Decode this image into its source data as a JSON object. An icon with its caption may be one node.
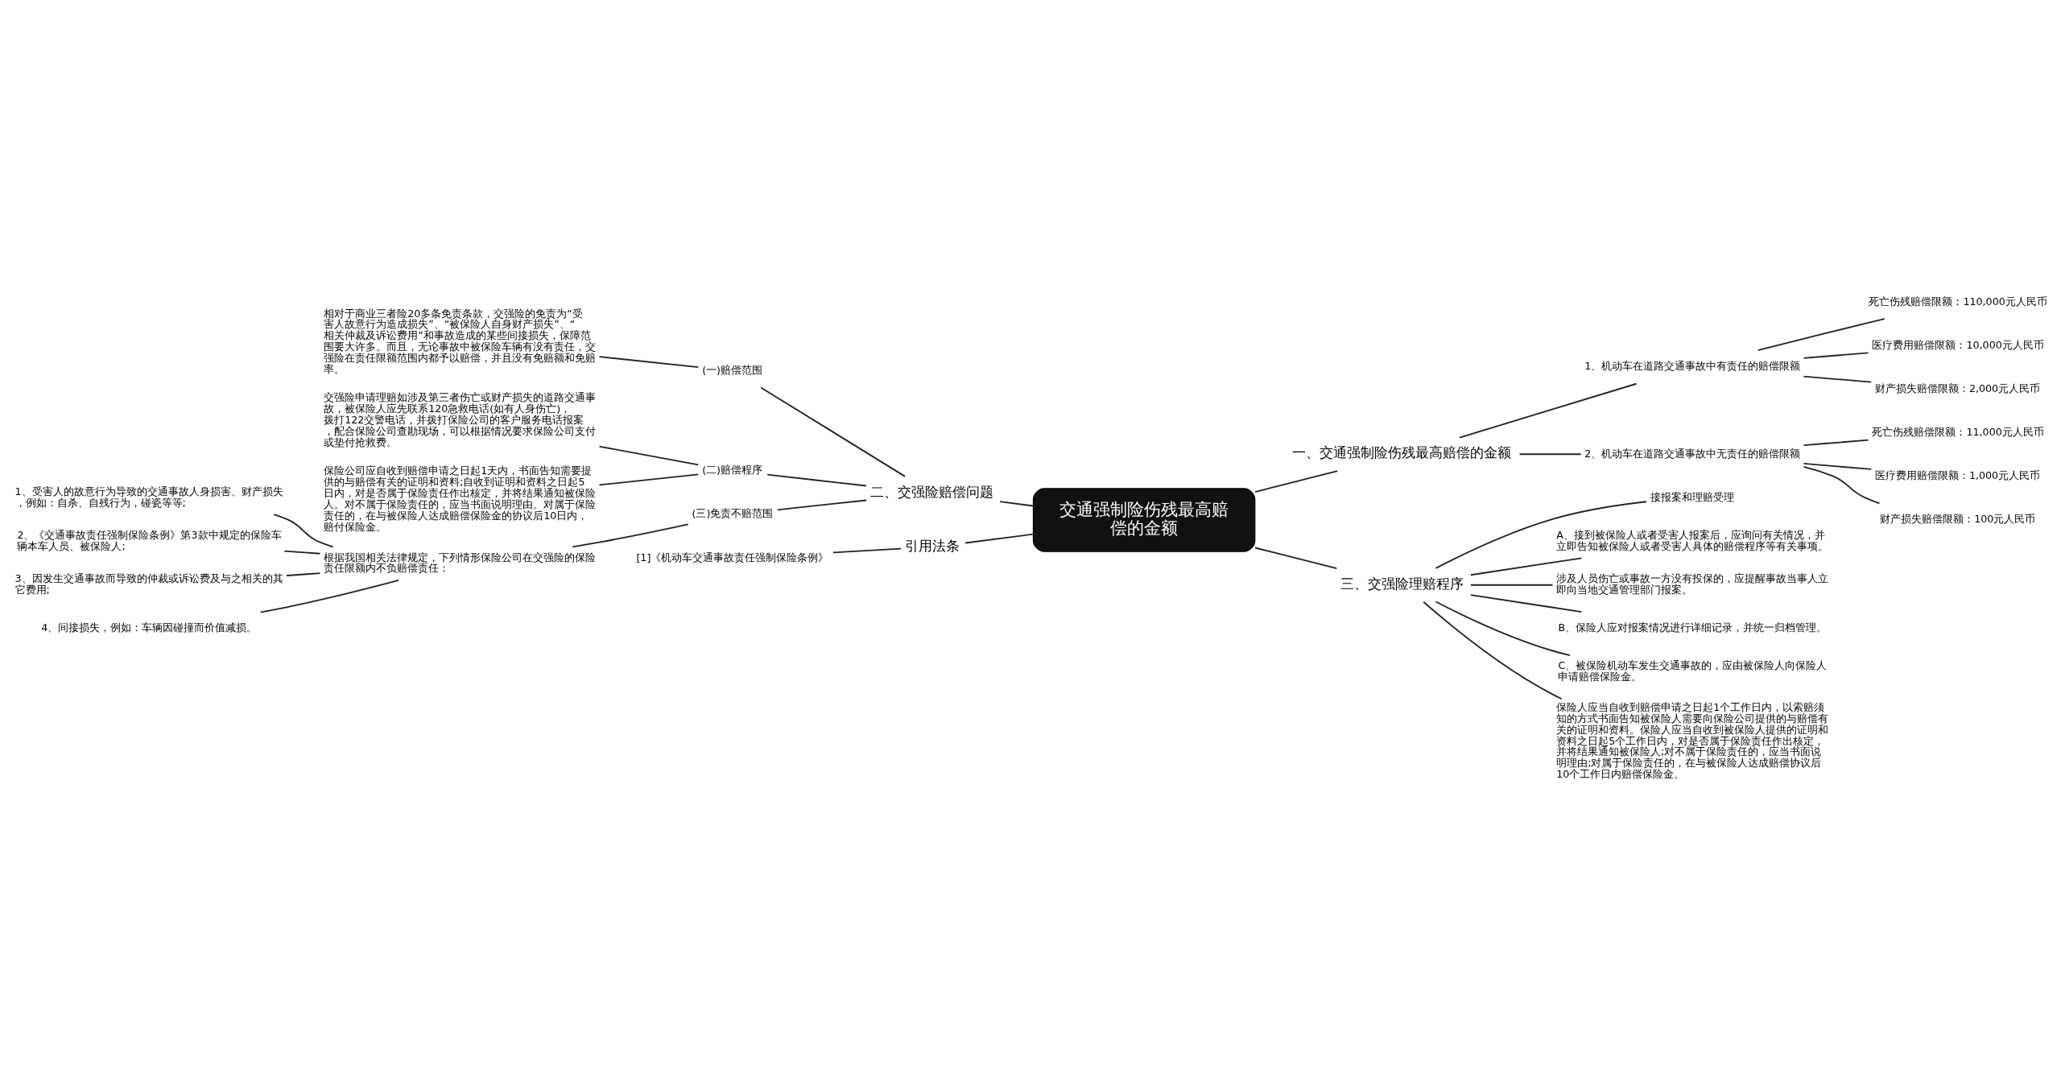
{
  "diagram": {
    "nodes": [
      {
        "text": [
          "交通强制险伤残最高赔偿的金额"
        ]
      },
      {
        "text": [
          "一、交通强制险伤残最高赔偿的金额"
        ]
      },
      {
        "text": [
          "1、机动车在道路交通事故中有责任的赔偿限额"
        ]
      },
      {
        "text": [
          "死亡伤残赔偿限额：110,000元人民币"
        ]
      },
      {
        "text": [
          "医疗费用赔偿限额：10,000元人民币"
        ]
      },
      {
        "text": [
          "财产损失赔偿限额：2,000元人民币"
        ]
      },
      {
        "text": [
          "2、机动车在道路交通事故中无责任的赔偿限额"
        ]
      },
      {
        "text": [
          "死亡伤残赔偿限额：11,000元人民币"
        ]
      },
      {
        "text": [
          "医疗费用赔偿限额：1,000元人民币"
        ]
      },
      {
        "text": [
          "财产损失赔偿限额：100元人民币"
        ]
      },
      {
        "text": [
          "三、交强险理赔程序"
        ]
      },
      {
        "text": [
          "接报案和理赔受理"
        ]
      },
      {
        "text": [
          "A、接到被保险人或者受害人报案后，应询问有关情况，并立即告知被保险人或者受害人具体的赔偿程序等有关事项。"
        ]
      },
      {
        "text": [
          "涉及人员伤亡或事故一方没有投保的，应提醒事故当事人立即向当地交通管理部门报案。"
        ]
      },
      {
        "text": [
          "B、保险人应对报案情况进行详细记录，并统一归档管理。"
        ]
      },
      {
        "text": [
          "C、被保险机动车发生交通事故的，应由被保险人向保险人申请赔偿保险金。"
        ]
      },
      {
        "text": [
          "保险人应当自收到赔偿申请之日起1个工作日内，以索赔须知的方式书面告知被保险人需要向保险公司提供的与赔偿有关的证明和资料。保险人应当自收到被保险人提供的证明和资料之日起5个工作日内，对是否属于保险责任作出核定，并将结果通知被保险人;对不属于保险责任的，应当书面说明理由;对属于保险责任的，在与被保险人达成赔偿协议后10个工作日内赔偿保险金。"
        ]
      },
      {
        "text": [
          "二、交强险赔偿问题"
        ]
      },
      {
        "text": [
          "(一)赔偿范围"
        ]
      },
      {
        "text": [
          "相对于商业三者险20多条免责条款，交强险的免责为“受害人故意行为造成损失”、“被保险人自身财产损失”、“相关仲裁及诉讼费用”和事故造成的某些间接损失，保障范围要大许多。而且，无论事故中被保险车辆有没有责任，交强险在责任限额范围内都予以赔偿，并且没有免赔额和免赔率。"
        ]
      },
      {
        "text": [
          "(二)赔偿程序"
        ]
      },
      {
        "text": [
          "交强险申请理赔如涉及第三者伤亡或财产损失的道路交通事故，被保险人应先联系120急救电话(如有人身伤亡)，拨打122交警电话，并拨打保险公司的客户服务电话报案，配合保险公司查勘现场，可以根据情况要求保险公司支付或垫付抢救费。"
        ]
      },
      {
        "text": [
          "保险公司应自收到赔偿申请之日起1天内，书面告知需要提供的与赔偿有关的证明和资料;自收到证明和资料之日起5日内，对是否属于保险责任作出核定，并将结果通知被保险人。对不属于保险责任的，应当书面说明理由。对属于保险责任的，在与被保险人达成赔偿保险金的协议后10日内，赔付保险金。"
        ]
      },
      {
        "text": [
          "(三)免责不赔范围"
        ]
      },
      {
        "text": [
          "根据我国相关法律规定，下列情形保险公司在交强险的保险责任限额内不负赔偿责任："
        ]
      },
      {
        "text": [
          "1、受害人的故意行为导致的交通事故人身损害、财产损失，例如：自杀、自残行为，碰瓷等等;"
        ]
      },
      {
        "text": [
          "2、《交通事故责任强制保险条例》第3款中规定的保险车辆本车人员、被保险人;"
        ]
      },
      {
        "text": [
          "3、因发生交通事故而导致的仲裁或诉讼费及与之相关的其它费用;"
        ]
      },
      {
        "text": [
          "4、间接损失，例如：车辆因碰撞而价值减损。"
        ]
      },
      {
        "text": [
          "引用法条"
        ]
      },
      {
        "text": [
          "[1]《机动车交通事故责任强制保险条例》"
        ]
      }
    ],
    "edges": [
      {
        "from": 0,
        "to": 1,
        "arrow": "none"
      },
      {
        "from": 1,
        "to": 2,
        "arrow": "none"
      },
      {
        "from": 2,
        "to": 3,
        "arrow": "none"
      },
      {
        "from": 2,
        "to": 4,
        "arrow": "none"
      },
      {
        "from": 2,
        "to": 5,
        "arrow": "none"
      },
      {
        "from": 1,
        "to": 6,
        "arrow": "none"
      },
      {
        "from": 6,
        "to": 7,
        "arrow": "none"
      },
      {
        "from": 6,
        "to": 8,
        "arrow": "none"
      },
      {
        "from": 6,
        "to": 9,
        "arrow": "none"
      },
      {
        "from": 0,
        "to": 10,
        "arrow": "none"
      },
      {
        "from": 10,
        "to": 11,
        "arrow": "none"
      },
      {
        "from": 10,
        "to": 12,
        "arrow": "none"
      },
      {
        "from": 10,
        "to": 13,
        "arrow": "none"
      },
      {
        "from": 10,
        "to": 14,
        "arrow": "none"
      },
      {
        "from": 10,
        "to": 15,
        "arrow": "none"
      },
      {
        "from": 10,
        "to": 16,
        "arrow": "none"
      },
      {
        "from": 0,
        "to": 17,
        "arrow": "none"
      },
      {
        "from": 17,
        "to": 18,
        "arrow": "none"
      },
      {
        "from": 18,
        "to": 19,
        "arrow": "none"
      },
      {
        "from": 17,
        "to": 20,
        "arrow": "none"
      },
      {
        "from": 20,
        "to": 21,
        "arrow": "none"
      },
      {
        "from": 20,
        "to": 22,
        "arrow": "none"
      },
      {
        "from": 17,
        "to": 23,
        "arrow": "none"
      },
      {
        "from": 23,
        "to": 24,
        "arrow": "none"
      },
      {
        "from": 24,
        "to": 25,
        "arrow": "none"
      },
      {
        "from": 24,
        "to": 26,
        "arrow": "none"
      },
      {
        "from": 24,
        "to": 27,
        "arrow": "none"
      },
      {
        "from": 24,
        "to": 28,
        "arrow": "none"
      },
      {
        "from": 0,
        "to": 29,
        "arrow": "none"
      },
      {
        "from": 29,
        "to": 30,
        "arrow": "none"
      }
    ]
  }
}
